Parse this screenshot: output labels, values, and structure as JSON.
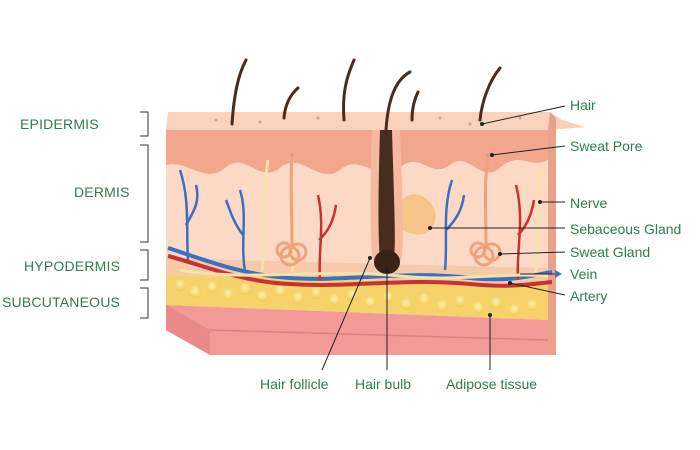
{
  "layers": [
    "EPIDERMIS",
    "DERMIS",
    "HYPODERMIS",
    "SUBCUTANEOUS"
  ],
  "right_labels": [
    "Hair",
    "Sweat Pore",
    "Nerve",
    "Sebaceous Gland",
    "Sweat Gland",
    "Vein",
    "Artery"
  ],
  "bottom_labels": [
    "Hair follicle",
    "Hair bulb",
    "Adipose tissue"
  ],
  "colors": {
    "label_green": "#2e7d4f",
    "skin_top": "#f8c9b0",
    "epidermis_front": "#f3a98f",
    "dermis": "#fbd7c2",
    "fat": "#f7d774",
    "muscle": "#f29a9a",
    "vein": "#3a6fc4",
    "artery": "#c8322f",
    "nerve": "#f4e3a8",
    "hair": "#4a2c1e"
  }
}
